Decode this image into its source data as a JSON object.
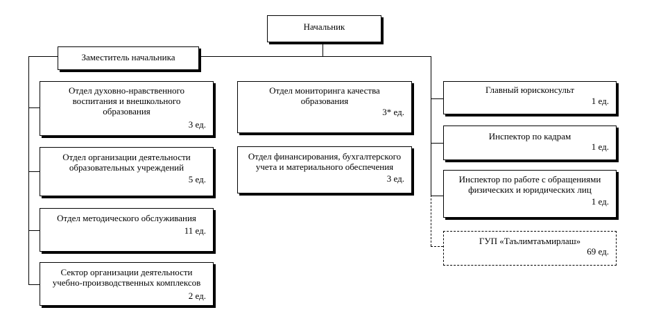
{
  "chief": {
    "title": "Начальник"
  },
  "deputy": {
    "title": "Заместитель начальника"
  },
  "left": [
    {
      "title": "Отдел духовно-нравственного\nвоспитания и внешкольного\nобразования",
      "units": "3 ед."
    },
    {
      "title": "Отдел организации деятельности\nобразовательных учреждений",
      "units": "5 ед."
    },
    {
      "title": "Отдел методического обслуживания",
      "units": "11 ед."
    },
    {
      "title": "Сектор организации деятельности\nучебно-производственных комплексов",
      "units": "2 ед."
    }
  ],
  "center": [
    {
      "title": "Отдел мониторинга качества\nобразования",
      "units": "3* ед."
    },
    {
      "title": "Отдел финансирования, бухгалтерского\nучета и материального обеспечения",
      "units": "3 ед."
    }
  ],
  "right": [
    {
      "title": "Главный юрисконсульт",
      "units": "1 ед."
    },
    {
      "title": "Инспектор по кадрам",
      "units": "1 ед."
    },
    {
      "title": "Инспектор по работе с обращениями\nфизических и юридических лиц",
      "units": "1 ед."
    },
    {
      "title": "ГУП «Таълимтаъмирлаш»",
      "units": "69 ед."
    }
  ]
}
